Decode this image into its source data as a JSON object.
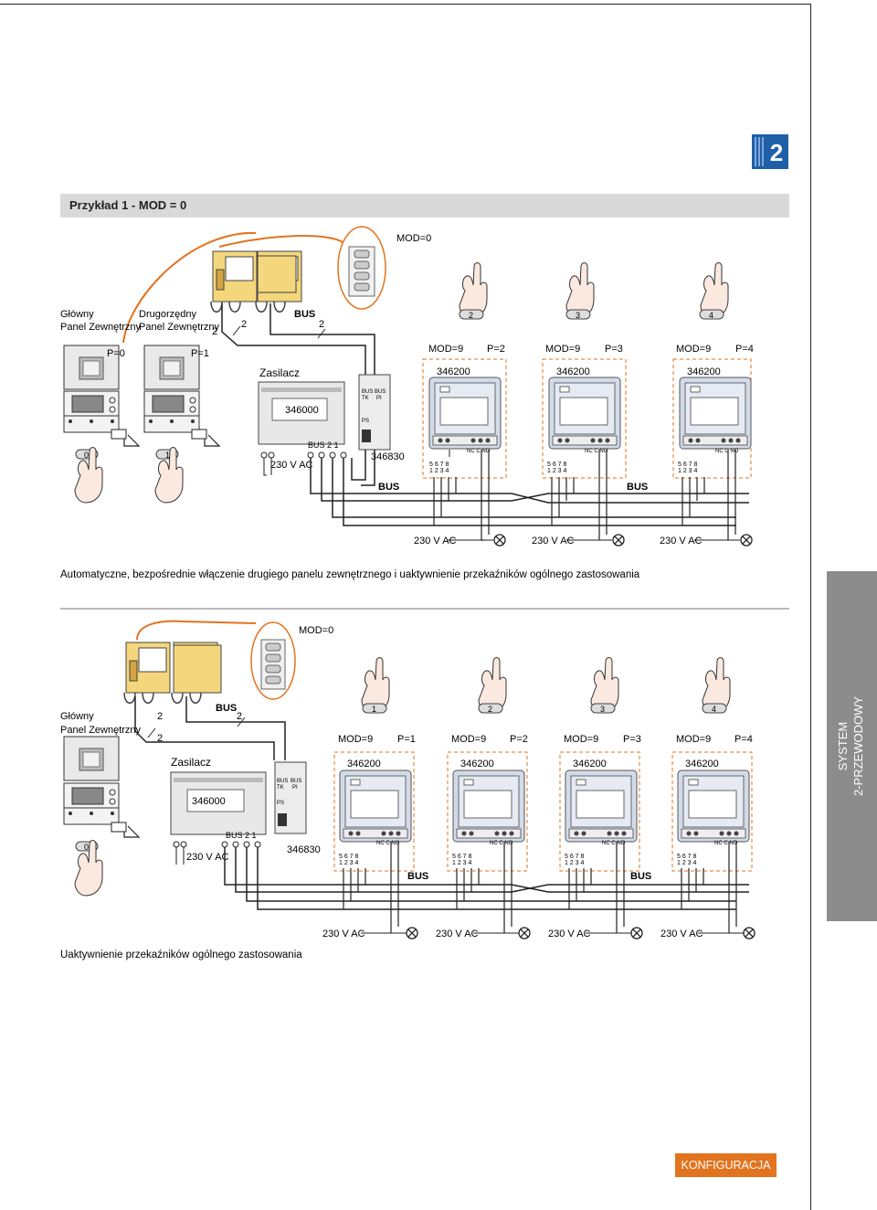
{
  "page": {
    "chapter_number": "2",
    "footer_label": "KONFIGURACJA",
    "section_tab": [
      "SYSTEM",
      "2-PRZEWODOWY"
    ]
  },
  "example1": {
    "title": "Przykład 1 - MOD = 0",
    "mod_label": "MOD=0",
    "switch_positions": [
      "1",
      "2",
      "3",
      "4"
    ],
    "main_panel_label": [
      "Główny",
      "Panel Zewnętrzny"
    ],
    "secondary_panel_label": [
      "Drugorzędny",
      "Panel Zewnętrzny"
    ],
    "main_panel_p": "P=0",
    "secondary_panel_p": "P=1",
    "main_button": "0",
    "secondary_button": "1",
    "bus_label": "BUS",
    "wire_count": "2",
    "power_supply_label": "Zasilacz",
    "power_supply_code": "346000",
    "power_supply_terminals": "BUS  2  1",
    "mains_label": "230 V AC",
    "interface_code": "346830",
    "interface_labels": [
      "BUS",
      "BUS",
      "TK",
      "PI",
      "PS"
    ],
    "bus_bottom_labels": [
      "BUS",
      "BUS"
    ],
    "units": [
      {
        "mod": "MOD=9",
        "p": "P=2",
        "code": "346200",
        "button": "2"
      },
      {
        "mod": "MOD=9",
        "p": "P=3",
        "code": "346200",
        "button": "3"
      },
      {
        "mod": "MOD=9",
        "p": "P=4",
        "code": "346200",
        "button": "4"
      }
    ],
    "relay_terms": "NC C NO",
    "terminal_top": [
      "5",
      "6",
      "7",
      "8"
    ],
    "terminal_bottom": [
      "1",
      "2",
      "3",
      "4"
    ],
    "load_labels": [
      "230 V AC",
      "230 V AC",
      "230 V AC"
    ],
    "caption": "Automatyczne, bezpośrednie włączenie drugiego panelu zewnętrznego i uaktywnienie przekaźników ogólnego zastosowania"
  },
  "example2": {
    "mod_label": "MOD=0",
    "switch_positions": [
      "1",
      "2",
      "3",
      "4"
    ],
    "main_panel_label": [
      "Główny",
      "Panel Zewnętrzny"
    ],
    "bus_label": "BUS",
    "wire_count": "2",
    "main_button": "0",
    "power_supply_label": "Zasilacz",
    "power_supply_code": "346000",
    "power_supply_terminals": "BUS  2  1",
    "mains_label": "230 V AC",
    "interface_code": "346830",
    "interface_labels": [
      "BUS",
      "BUS",
      "TK",
      "PI",
      "PS"
    ],
    "units": [
      {
        "mod": "MOD=9",
        "p": "P=1",
        "code": "346200",
        "button": "1"
      },
      {
        "mod": "MOD=9",
        "p": "P=2",
        "code": "346200",
        "button": "2"
      },
      {
        "mod": "MOD=9",
        "p": "P=3",
        "code": "346200",
        "button": "3"
      },
      {
        "mod": "MOD=9",
        "p": "P=4",
        "code": "346200",
        "button": "4"
      }
    ],
    "relay_terms": "NC C NO",
    "terminal_top": [
      "5",
      "6",
      "7",
      "8"
    ],
    "terminal_bottom": [
      "1",
      "2",
      "3",
      "4"
    ],
    "bus_bottom_labels": [
      "BUS",
      "BUS"
    ],
    "load_labels": [
      "230 V AC",
      "230 V AC",
      "230 V AC",
      "230 V AC"
    ],
    "caption": "Uaktywnienie przekaźników ogólnego zastosowania"
  },
  "colors": {
    "wire": "#222222",
    "highlight_wire": "#e2731f",
    "dashed_box": "#e2731f",
    "handset": "#e8c45a",
    "device_grey": "#cfcfcf",
    "device_blue": "#cfd8e8",
    "accent_blue": "#1f5fa8",
    "footer_orange": "#e2731f",
    "tab_grey": "#8c8c8c"
  },
  "icons": [
    "hand-press-icon",
    "lamp-icon",
    "push-button-icon",
    "handset-icon",
    "switch-icon"
  ]
}
